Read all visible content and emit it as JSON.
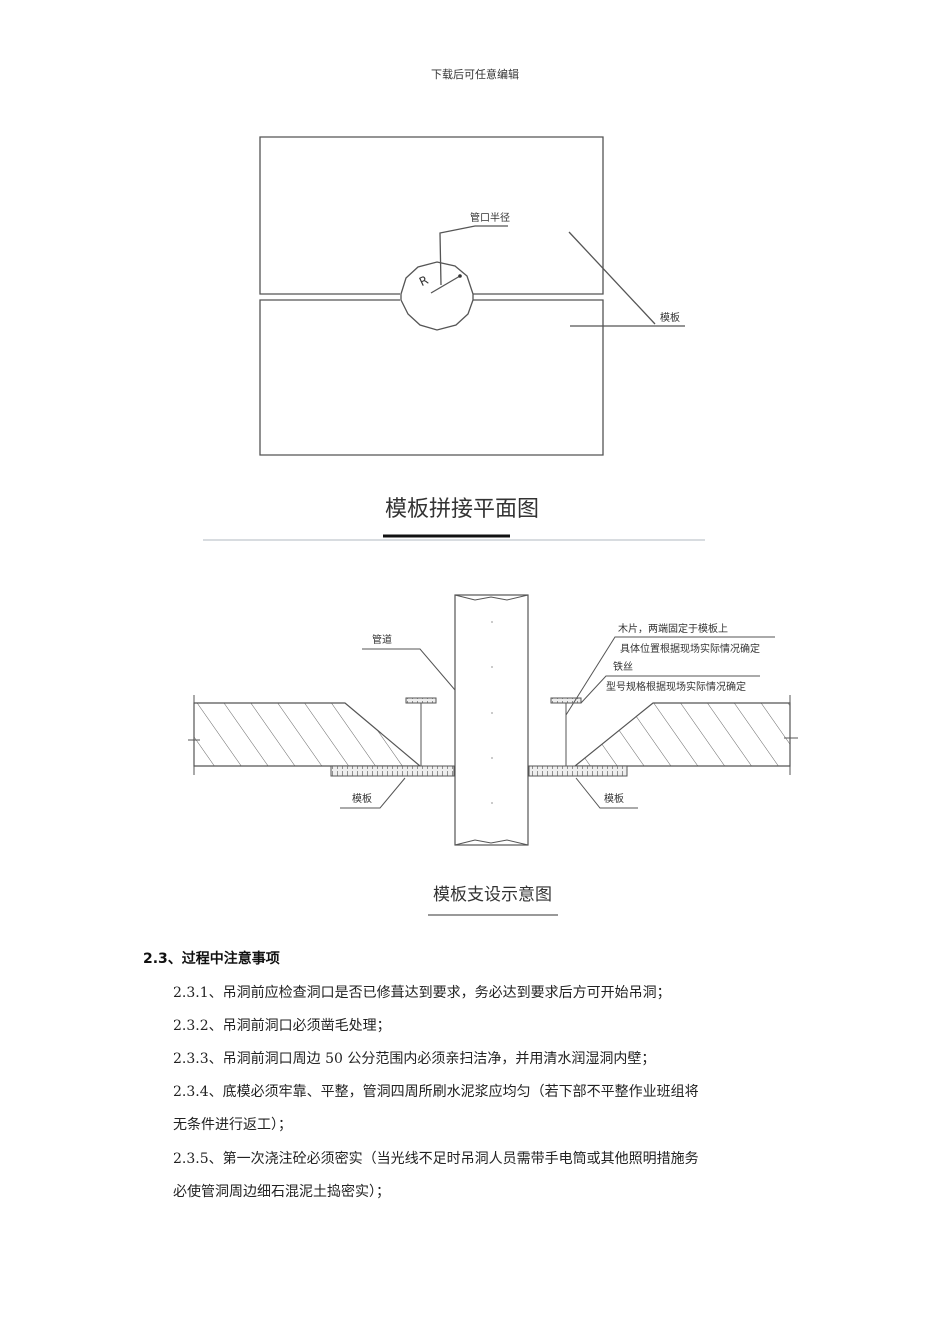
{
  "page": {
    "header_text": "下载后可任意编辑"
  },
  "figure1": {
    "title": "模板拼接平面图",
    "labels": {
      "pipe_radius": "管口半径",
      "radius_symbol": "R",
      "formwork": "模板"
    }
  },
  "figure2": {
    "title": "模板支设示意图",
    "labels": {
      "pipe": "管道",
      "wood_piece": "木片，两端固定于模板上",
      "wood_piece_note": "具体位置根据现场实际情况确定",
      "iron_wire": "铁丝",
      "iron_wire_note": "型号规格根据现场实际情况确定",
      "formwork_left": "模板",
      "formwork_right": "模板"
    }
  },
  "section": {
    "heading": "2.3、过程中注意事项",
    "items": [
      {
        "text": "2.3.1、吊洞前应检查洞口是否已修葺达到要求，务必达到要求后方可开始吊洞；"
      },
      {
        "text": "2.3.2、吊洞前洞口必须凿毛处理；"
      },
      {
        "text": "2.3.3、吊洞前洞口周边 50 公分范围内必须亲扫洁净，并用清水润湿洞内壁；"
      },
      {
        "text": "2.3.4、底模必须牢靠、平整，管洞四周所刷水泥浆应均匀（若下部不平整作业班组将",
        "cont": "无条件进行返工）；"
      },
      {
        "text": "2.3.5、第一次浇注砼必须密实（当光线不足时吊洞人员需带手电筒或其他照明措施务",
        "cont": "必使管洞周边细石混泥土捣密实）；"
      }
    ]
  }
}
